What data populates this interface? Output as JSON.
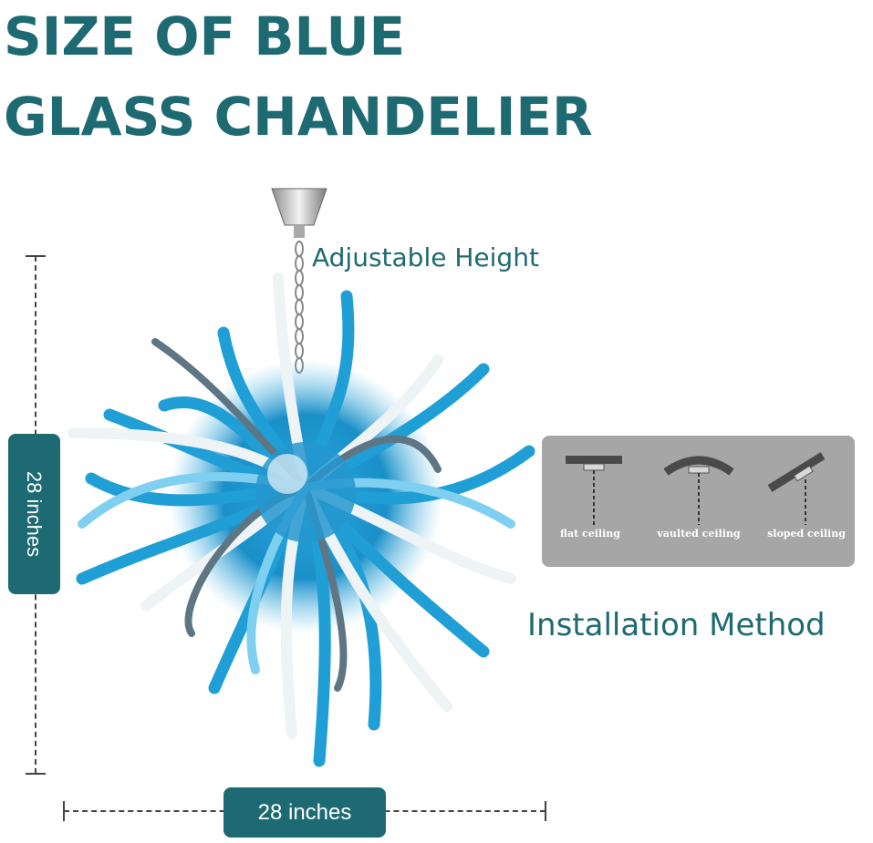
{
  "title": {
    "line1": "SIZE OF BLUE",
    "line2": "GLASS CHANDELIER"
  },
  "labels": {
    "adjustable_height": "Adjustable Height",
    "installation_method": "Installation Method"
  },
  "dimensions": {
    "height": "28 inches",
    "width": "28 inches"
  },
  "installation": {
    "options": [
      {
        "label": "flat ceiling",
        "icon": "flat-ceiling-icon"
      },
      {
        "label": "vaulted ceiling",
        "icon": "vaulted-ceiling-icon"
      },
      {
        "label": "sloped ceiling",
        "icon": "sloped-ceiling-icon"
      }
    ]
  },
  "colors": {
    "accent": "#1e6a72",
    "panel": "#a6a6a6",
    "glass_blue": "#1f9fd6",
    "glass_white": "#eef3f6",
    "glass_grey": "#5e7684"
  }
}
